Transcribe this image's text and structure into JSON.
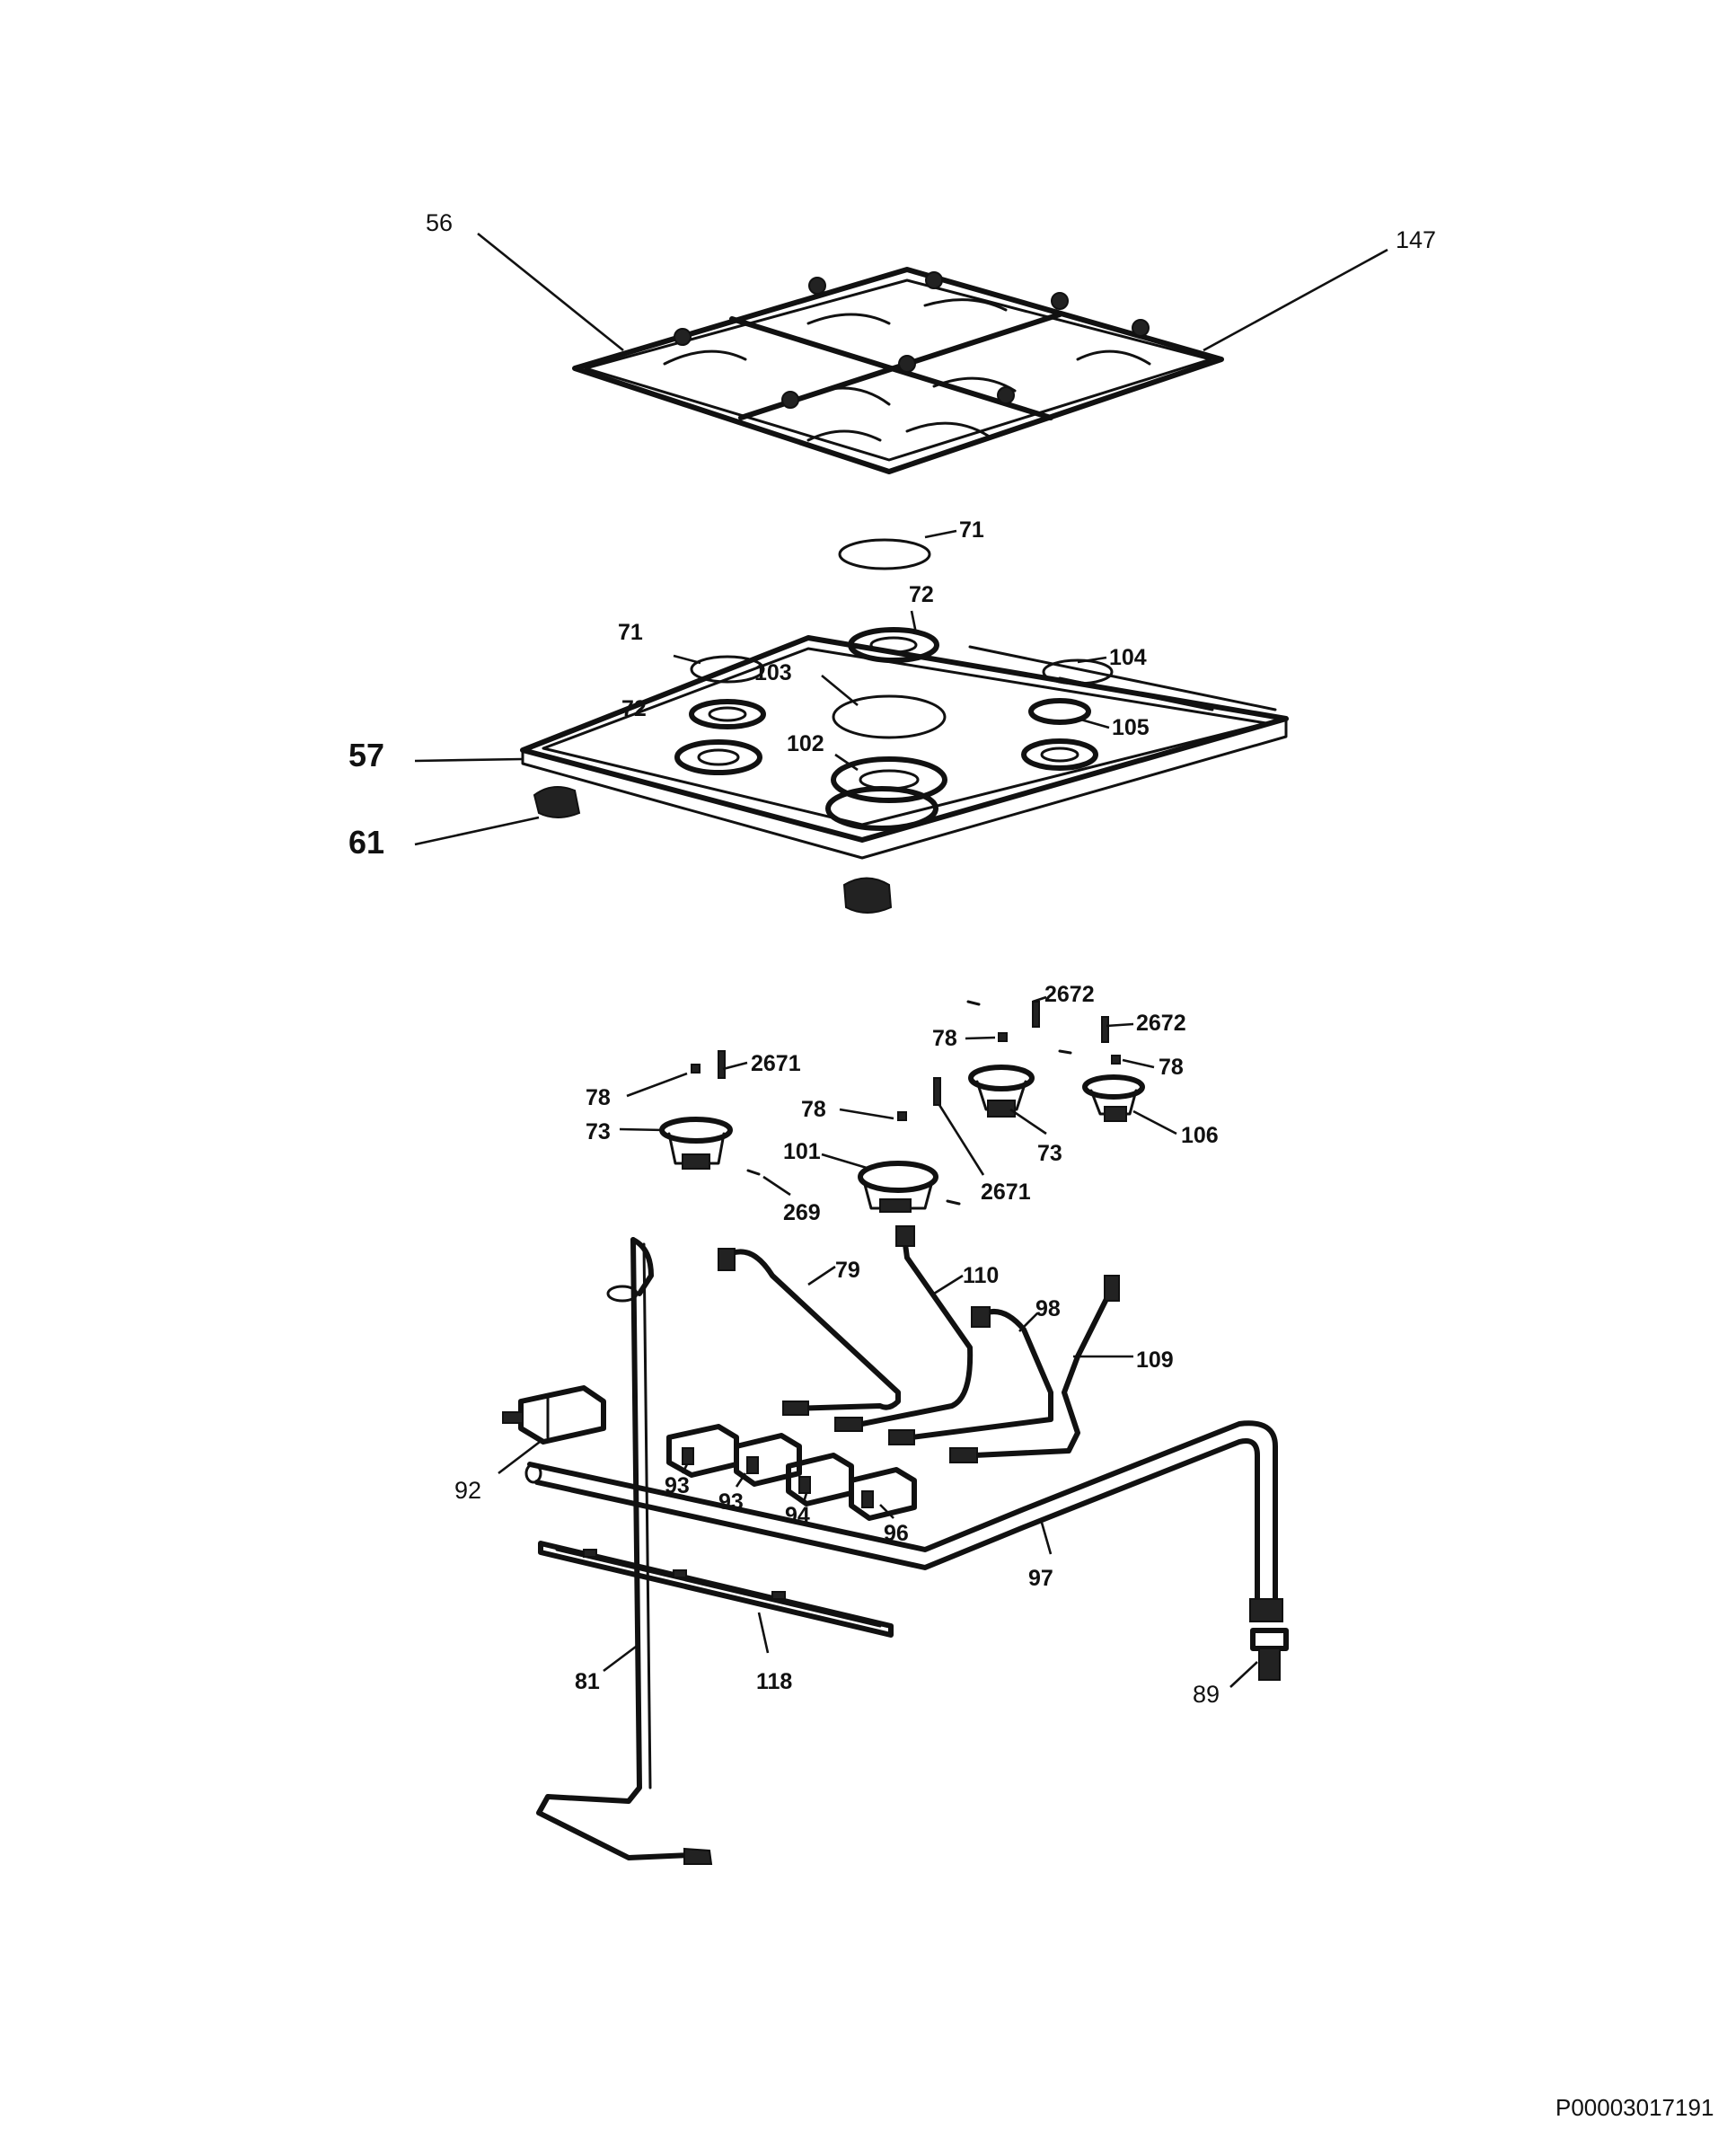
{
  "document_code": "P00003017191",
  "callouts": {
    "c56": "56",
    "c147": "147",
    "c71a": "71",
    "c71b": "71",
    "c72a": "72",
    "c72b": "72",
    "c104": "104",
    "c103": "103",
    "c105": "105",
    "c57": "57",
    "c102": "102",
    "c61": "61",
    "c2672a": "2672",
    "c2672b": "2672",
    "c78a": "78",
    "c78b": "78",
    "c78c": "78",
    "c78d": "78",
    "c2671a": "2671",
    "c2671b": "2671",
    "c73a": "73",
    "c73b": "73",
    "c106": "106",
    "c101": "101",
    "c269": "269",
    "c79": "79",
    "c110": "110",
    "c98": "98",
    "c109": "109",
    "c92": "92",
    "c93a": "93",
    "c93b": "93",
    "c94": "94",
    "c96": "96",
    "c97": "97",
    "c81": "81",
    "c118": "118",
    "c89": "89"
  }
}
